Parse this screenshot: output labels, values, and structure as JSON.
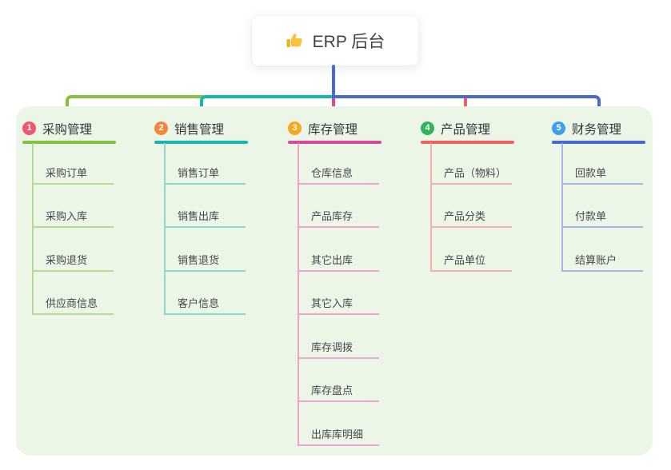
{
  "root": {
    "title": "ERP 后台",
    "icon": "thumbs-up-icon"
  },
  "palette": {
    "panel_background": "#ecf6e6",
    "root_connector": "#4a68d3",
    "root_text": "#3e4247",
    "thumb_yellow": "#f9c23c"
  },
  "branches": [
    {
      "num": "1",
      "title": "采购管理",
      "colors": {
        "line": "#85c23d",
        "light": "#b7dc90",
        "badge": "#f1566a"
      },
      "children": [
        "采购订单",
        "采购入库",
        "采购退货",
        "供应商信息"
      ]
    },
    {
      "num": "2",
      "title": "销售管理",
      "colors": {
        "line": "#16b7ae",
        "light": "#8cd8d2",
        "badge": "#f8833b"
      },
      "children": [
        "销售订单",
        "销售出库",
        "销售退货",
        "客户信息"
      ]
    },
    {
      "num": "3",
      "title": "库存管理",
      "colors": {
        "line": "#d8489d",
        "light": "#efa3cd",
        "badge": "#f7a71d"
      },
      "children": [
        "仓库信息",
        "产品库存",
        "其它出库",
        "其它入库",
        "库存调拨",
        "库存盘点",
        "出库库明细"
      ]
    },
    {
      "num": "4",
      "title": "产品管理",
      "colors": {
        "line": "#f25f5f",
        "light": "#f7adad",
        "badge": "#30b457"
      },
      "children": [
        "产品（物料）",
        "产品分类",
        "产品单位"
      ]
    },
    {
      "num": "5",
      "title": "财务管理",
      "colors": {
        "line": "#4a68d3",
        "light": "#a4b6ea",
        "badge": "#3ba0f0"
      },
      "children": [
        "回款单",
        "付款单",
        "结算账户"
      ]
    }
  ]
}
